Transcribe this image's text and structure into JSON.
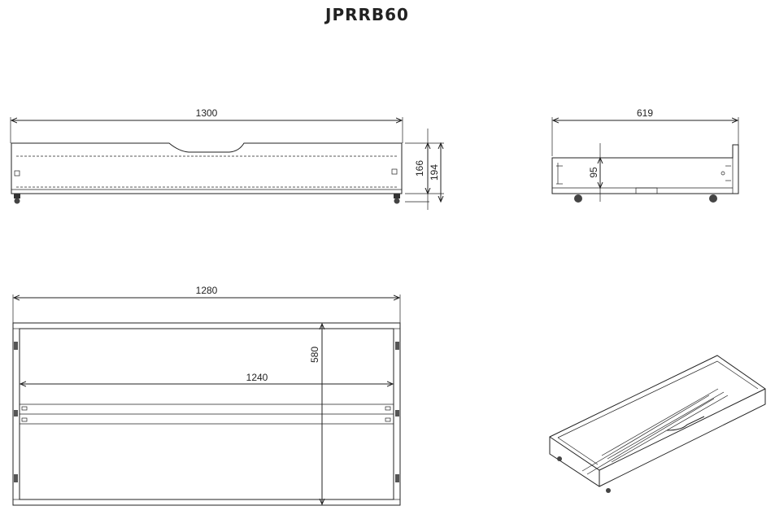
{
  "title": "JPRRB60",
  "dimensions": {
    "front_length": "1300",
    "front_height_inner": "166",
    "front_height_total": "194",
    "side_depth": "619",
    "side_height": "95",
    "top_length": "1280",
    "top_inner_length": "1240",
    "top_depth": "580"
  }
}
